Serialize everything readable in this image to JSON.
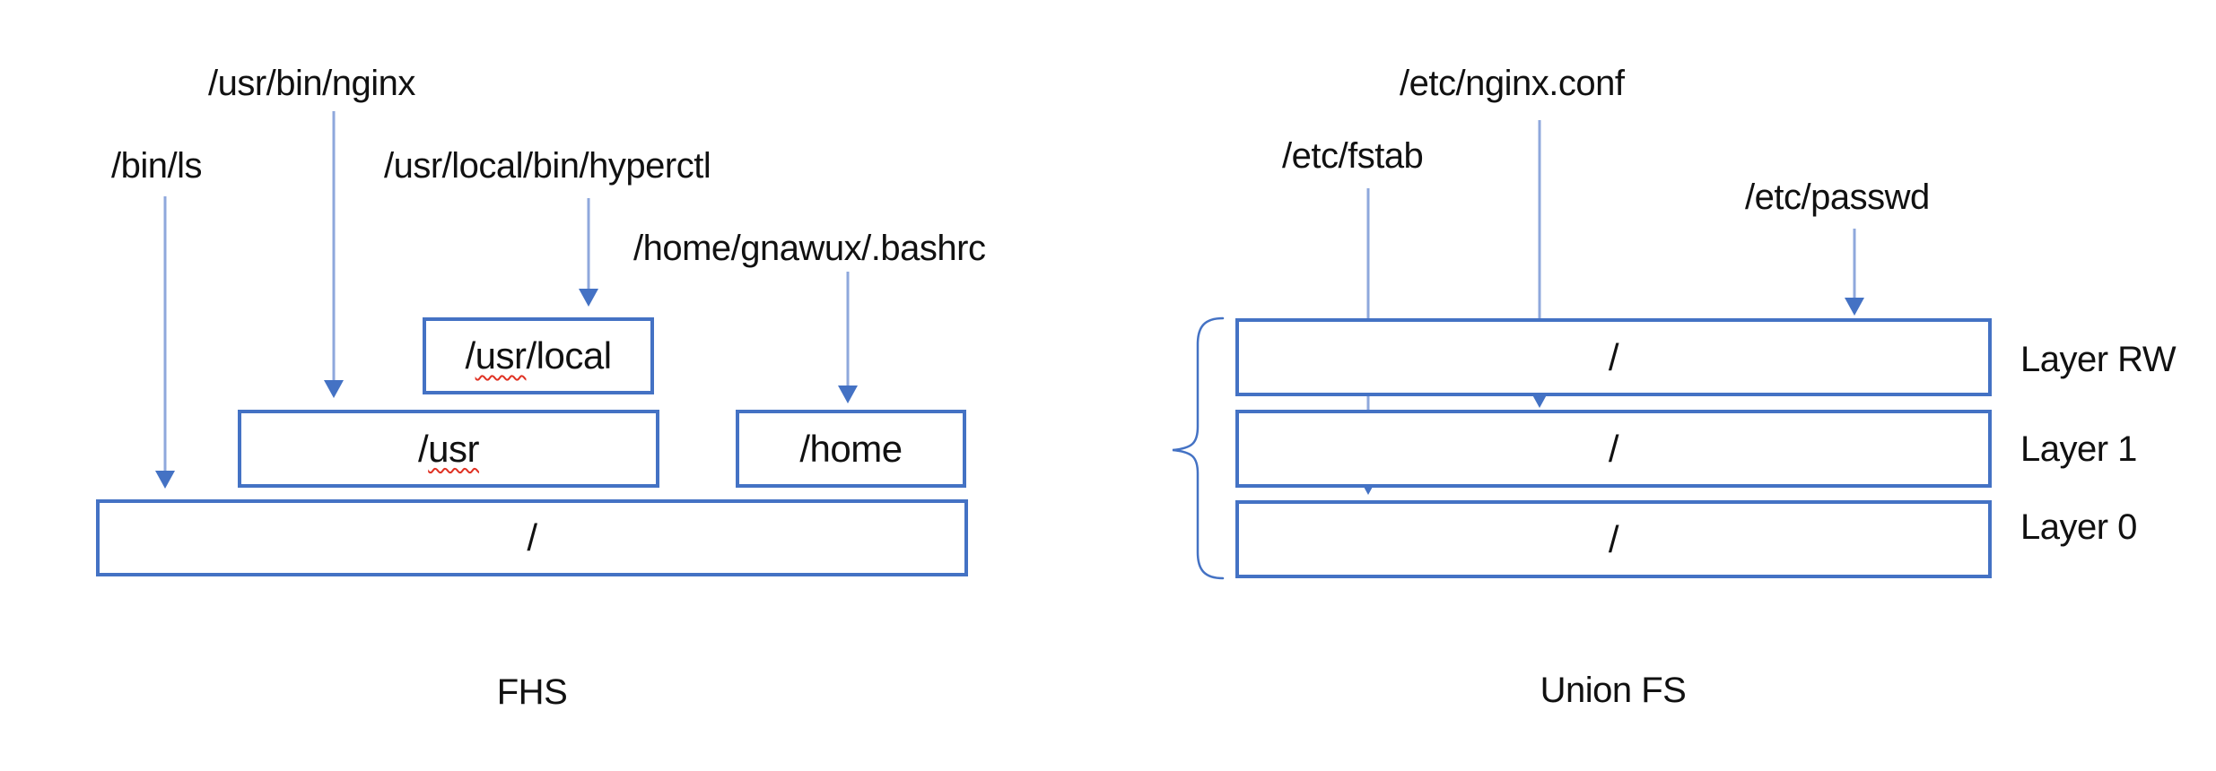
{
  "colors": {
    "accent": "#4472C4",
    "arrow_line": "#8FA8DC",
    "arrowhead": "#4472C4",
    "squiggle": "#E03224",
    "text": "#111111",
    "background": "#FFFFFF"
  },
  "fhs": {
    "caption": "FHS",
    "path_labels": {
      "usr_bin_nginx": "/usr/bin/nginx",
      "bin_ls": "/bin/ls",
      "usr_local_bin_hyperctl": "/usr/local/bin/hyperctl",
      "home_gnawux_bashrc": "/home/gnawux/.bashrc"
    },
    "boxes": {
      "usr_local": {
        "pre": "/",
        "flagged": "usr",
        "post": "/local"
      },
      "usr": {
        "pre": "/",
        "flagged": "usr",
        "post": ""
      },
      "home": {
        "text": "/home"
      },
      "root": {
        "text": "/"
      }
    }
  },
  "union_fs": {
    "caption": "Union FS",
    "path_labels": {
      "etc_nginx_conf": "/etc/nginx.conf",
      "etc_fstab": "/etc/fstab",
      "etc_passwd": "/etc/passwd"
    },
    "layers": [
      {
        "box_text": "/",
        "label": "Layer RW"
      },
      {
        "box_text": "/",
        "label": "Layer 1"
      },
      {
        "box_text": "/",
        "label": "Layer 0"
      }
    ]
  }
}
